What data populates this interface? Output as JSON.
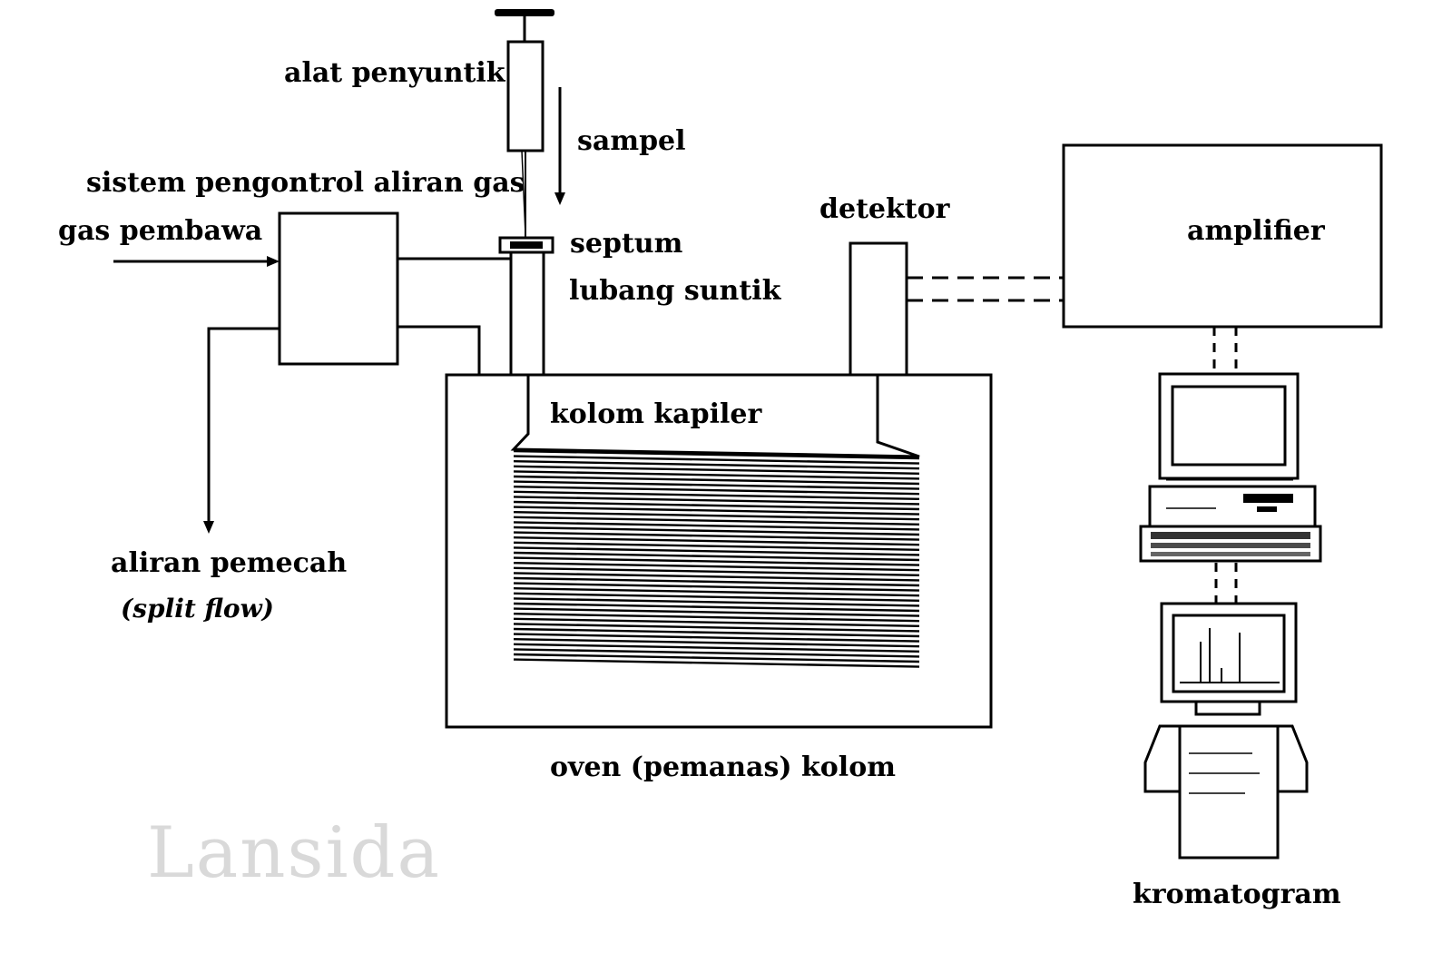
{
  "labels": {
    "syringe": "alat penyuntik",
    "sample": "sampel",
    "flow_control": "sistem pengontrol aliran gas",
    "carrier_gas": "gas pembawa",
    "septum": "septum",
    "injection_port": "lubang suntik",
    "detector": "detektor",
    "amplifier": "amplifier",
    "capillary_column": "kolom kapiler",
    "split_flow": "aliran pemecah",
    "split_flow_en": "(split flow)",
    "oven": "oven (pemanas) kolom",
    "chromatogram": "kromatogram"
  },
  "watermark": "Lansida"
}
